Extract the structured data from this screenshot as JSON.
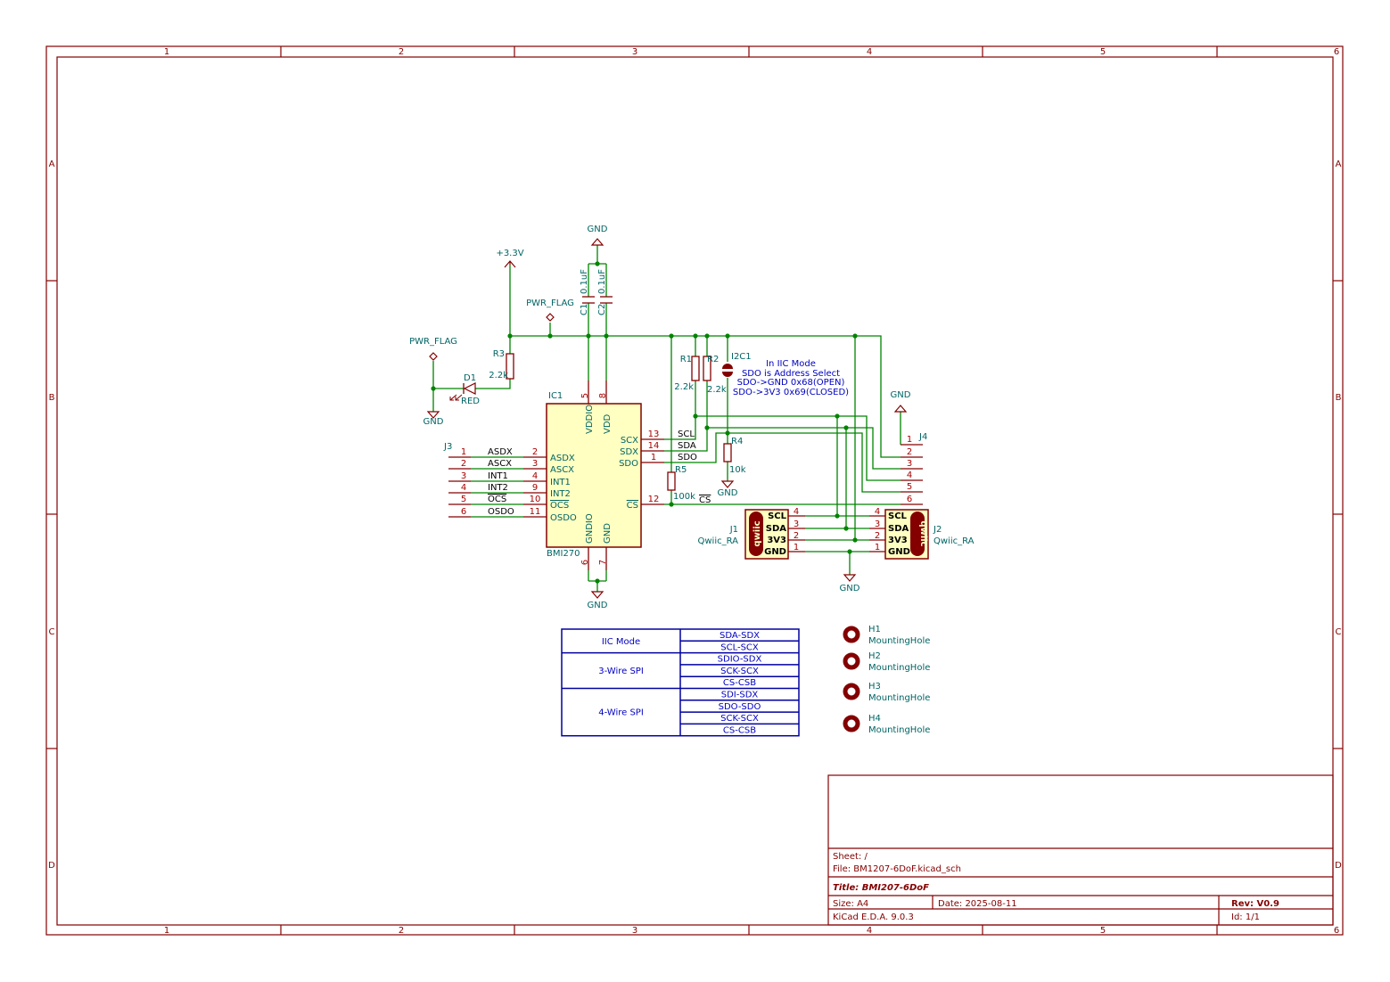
{
  "sheet": {
    "columns": [
      "1",
      "2",
      "3",
      "4",
      "5",
      "6"
    ],
    "rows": [
      "A",
      "B",
      "C",
      "D"
    ]
  },
  "power": {
    "vcc": "+3.3V",
    "gnd": "GND",
    "pwr_flag": "PWR_FLAG"
  },
  "ic1": {
    "ref": "IC1",
    "value": "BMI270",
    "left_pins": [
      {
        "num": "2",
        "name": "ASDX",
        "net": "ASDX"
      },
      {
        "num": "3",
        "name": "ASCX",
        "net": "ASCX"
      },
      {
        "num": "4",
        "name": "INT1",
        "net": "INT1"
      },
      {
        "num": "9",
        "name": "INT2",
        "net": "INT2"
      },
      {
        "num": "10",
        "name": "OCS",
        "net": "OCS"
      },
      {
        "num": "11",
        "name": "OSDO",
        "net": "OSDO"
      }
    ],
    "right_pins": [
      {
        "num": "13",
        "name": "SCX",
        "net": "SCL"
      },
      {
        "num": "14",
        "name": "SDX",
        "net": "SDA"
      },
      {
        "num": "1",
        "name": "SDO",
        "net": "SDO"
      },
      {
        "num": "12",
        "name": "CS",
        "net": "CS"
      }
    ],
    "top_pins": [
      {
        "num": "5",
        "name": "VDDIO"
      },
      {
        "num": "8",
        "name": "VDD"
      }
    ],
    "bottom_pins": [
      {
        "num": "6",
        "name": "GNDIO"
      },
      {
        "num": "7",
        "name": "GND"
      }
    ]
  },
  "components": {
    "r1": {
      "ref": "R1",
      "value": "2.2k"
    },
    "r2": {
      "ref": "R2",
      "value": "2.2k"
    },
    "r3": {
      "ref": "R3",
      "value": "2.2k"
    },
    "r4": {
      "ref": "R4",
      "value": "10k"
    },
    "r5": {
      "ref": "R5",
      "value": "100k"
    },
    "c1": {
      "ref": "C1",
      "value": "0.1uF"
    },
    "c2": {
      "ref": "C2",
      "value": "0.1uF"
    },
    "d1": {
      "ref": "D1",
      "value": "RED"
    },
    "i2c1": {
      "ref": "I2C1"
    },
    "j1": {
      "ref": "J1",
      "value": "Qwiic_RA"
    },
    "j2": {
      "ref": "J2",
      "value": "Qwiic_RA"
    },
    "j3": {
      "ref": "J3",
      "pins": [
        "1",
        "2",
        "3",
        "4",
        "5",
        "6"
      ]
    },
    "j4": {
      "ref": "J4",
      "pins": [
        "1",
        "2",
        "3",
        "4",
        "5",
        "6"
      ]
    }
  },
  "qwiic": {
    "logo": "qwiic",
    "pins": [
      {
        "num": "4",
        "name": "SCL"
      },
      {
        "num": "3",
        "name": "SDA"
      },
      {
        "num": "2",
        "name": "3V3"
      },
      {
        "num": "1",
        "name": "GND"
      }
    ]
  },
  "note": [
    "In IIC Mode",
    "SDO is Address Select",
    "SDO->GND 0x68(OPEN)",
    "SDO->3V3 0x69(CLOSED)"
  ],
  "mode_table": [
    {
      "mode": "IIC Mode",
      "maps": [
        "SDA-SDX",
        "SCL-SCX"
      ]
    },
    {
      "mode": "3-Wire SPI",
      "maps": [
        "SDIO-SDX",
        "SCK-SCX",
        "CS-CSB"
      ]
    },
    {
      "mode": "4-Wire SPI",
      "maps": [
        "SDI-SDX",
        "SDO-SDO",
        "SCK-SCX",
        "CS-CSB"
      ]
    }
  ],
  "mounting_holes": [
    {
      "ref": "H1",
      "value": "MountingHole"
    },
    {
      "ref": "H2",
      "value": "MountingHole"
    },
    {
      "ref": "H3",
      "value": "MountingHole"
    },
    {
      "ref": "H4",
      "value": "MountingHole"
    }
  ],
  "title_block": {
    "sheet": "Sheet: /",
    "file": "File: BM1207-6DoF.kicad_sch",
    "title": "Title: BMI207-6DoF",
    "size": "Size: A4",
    "date": "Date: 2025-08-11",
    "rev": "Rev: V0.9",
    "tool": "KiCad E.D.A. 9.0.3",
    "id": "Id: 1/1"
  },
  "colors": {
    "wire": "#008400",
    "component": "#840000",
    "ic_fill": "#ffffc2",
    "reference": "#006464",
    "note": "#0000c2"
  }
}
